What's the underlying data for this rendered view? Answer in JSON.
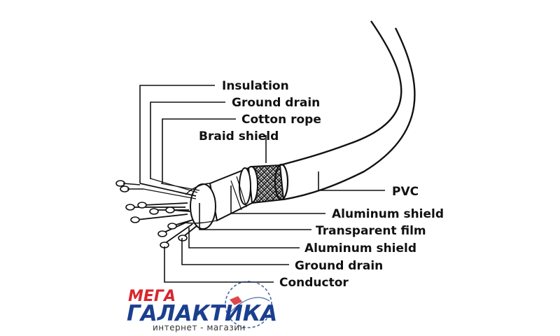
{
  "diagram": {
    "labels": {
      "insulation": "Insulation",
      "ground_drain_top": "Ground drain",
      "cotton_rope": "Cotton rope",
      "braid_shield": "Braid shield",
      "pvc": "PVC",
      "aluminum_shield_outer": "Aluminum shield",
      "transparent_film": "Transparent film",
      "aluminum_shield_inner": "Aluminum shield",
      "ground_drain_bottom": "Ground drain",
      "conductor": "Conductor"
    }
  },
  "watermark": {
    "brand_top": "МЕГА",
    "brand_main": "ГАЛАКТИКА",
    "tagline": "интернет - магазин",
    "colors": {
      "red": "#d8262c",
      "blue": "#1b3f8f"
    }
  }
}
